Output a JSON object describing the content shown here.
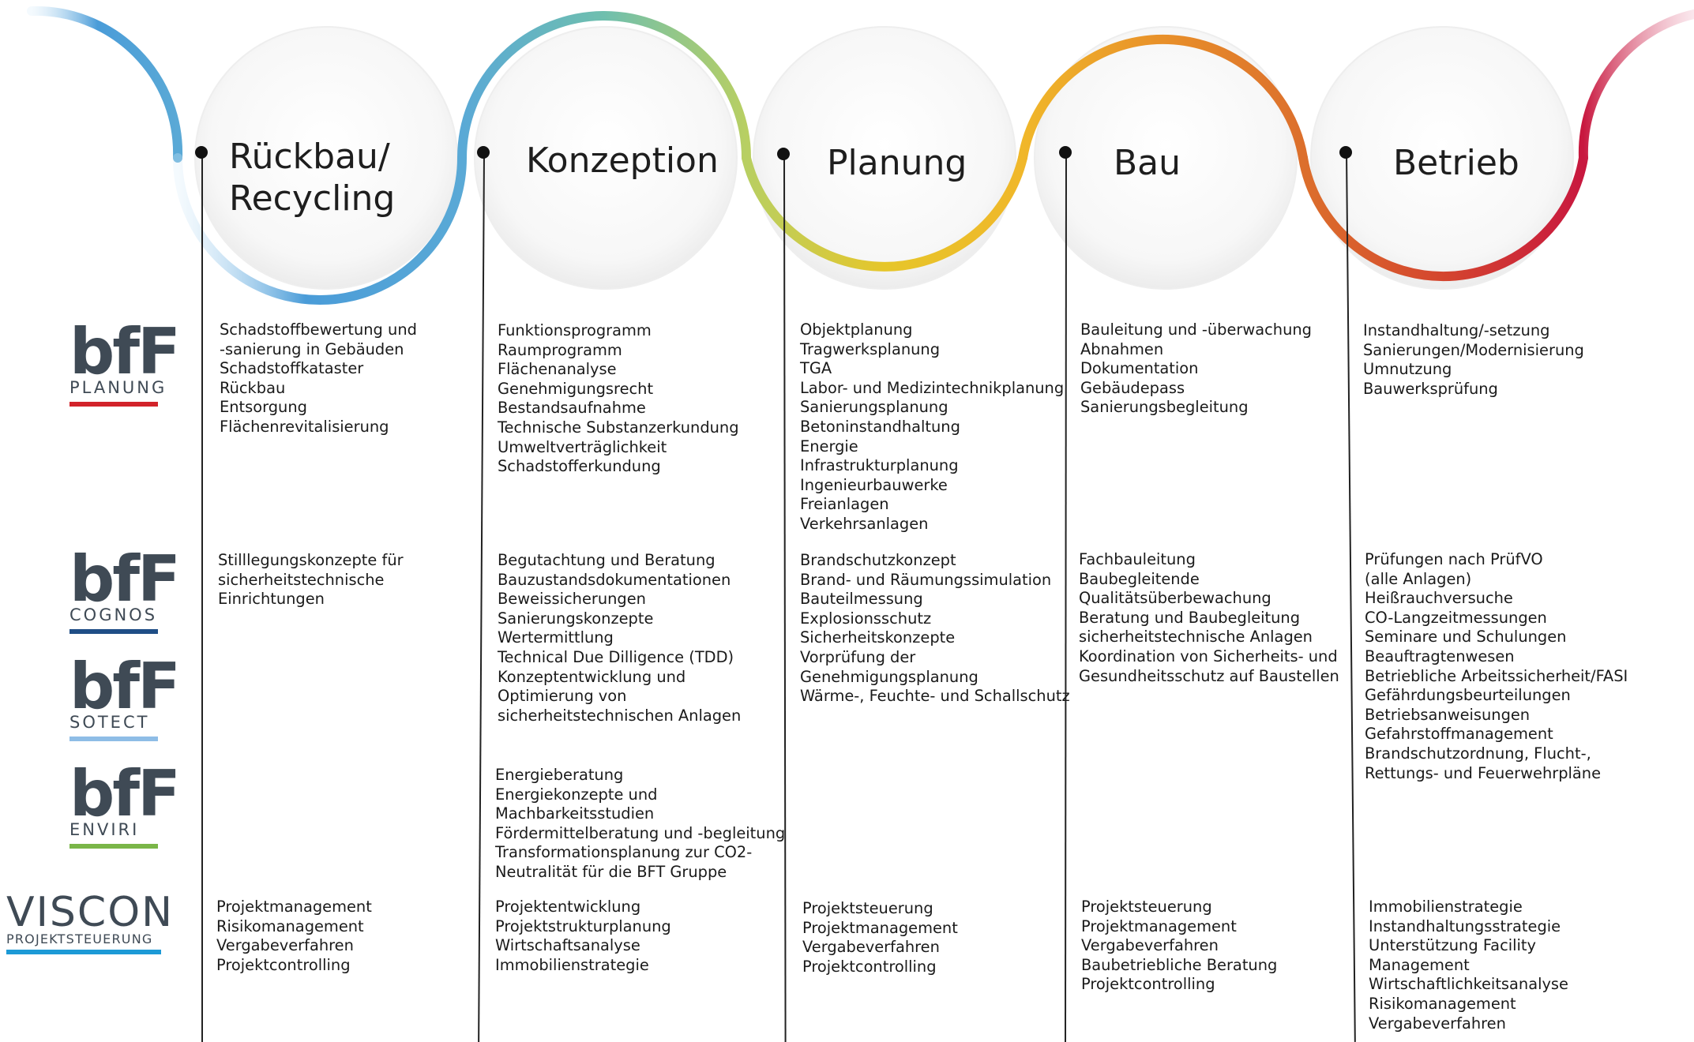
{
  "colors": {
    "blue": "#4a9cd8",
    "teal": "#5bb3b0",
    "yellow_green": "#c8cc4a",
    "yellow": "#ecc21e",
    "orange": "#e8902a",
    "red_orange": "#d45a2e",
    "crimson": "#c8183f",
    "planung_bar": "#d2232a",
    "cognos_bar": "#1f4e86",
    "sotect_bar": "#8ebde6",
    "enviri_bar": "#7ab648",
    "viscon_bar": "#1d9ad6"
  },
  "phases": [
    {
      "title": "Rückbau/\nRecycling"
    },
    {
      "title": "Konzeption"
    },
    {
      "title": "Planung"
    },
    {
      "title": "Bau"
    },
    {
      "title": "Betrieb"
    }
  ],
  "logos": [
    {
      "brand": "bfF",
      "sub": "PLANUNG",
      "bar_color": "#d2232a"
    },
    {
      "brand": "bfF",
      "sub": "COGNOS",
      "bar_color": "#1f4e86"
    },
    {
      "brand": "bfF",
      "sub": "SOTECT",
      "bar_color": "#8ebde6"
    },
    {
      "brand": "bfF",
      "sub": "ENVIRI",
      "bar_color": "#7ab648"
    },
    {
      "brand": "VISCON",
      "sub": "PROJEKTSTEUERUNG",
      "bar_color": "#1d9ad6"
    }
  ],
  "rows": {
    "planung": [
      [
        "Schadstoffbewertung und",
        "-sanierung in Gebäuden",
        "Schadstoffkataster",
        "Rückbau",
        "Entsorgung",
        "Flächenrevitalisierung"
      ],
      [
        "Funktionsprogramm",
        "Raumprogramm",
        "Flächenanalyse",
        "Genehmigungsrecht",
        "Bestandsaufnahme",
        "Technische Substanzerkundung",
        "Umweltverträglichkeit",
        "Schadstofferkundung"
      ],
      [
        "Objektplanung",
        "Tragwerksplanung",
        "TGA",
        "Labor- und Medizintechnikplanung",
        "Sanierungsplanung",
        "Betoninstandhaltung",
        "Energie",
        "Infrastrukturplanung",
        "Ingenieurbauwerke",
        "Freianlagen",
        "Verkehrsanlagen"
      ],
      [
        "Bauleitung und -überwachung",
        "Abnahmen",
        "Dokumentation",
        "Gebäudepass",
        "Sanierungsbegleitung"
      ],
      [
        "Instandhaltung/-setzung",
        "Sanierungen/Modernisierung",
        "Umnutzung",
        "Bauwerksprüfung"
      ]
    ],
    "cognos_sotect": [
      [
        "Stilllegungskonzepte für",
        "sicherheitstechnische",
        "Einrichtungen"
      ],
      [
        "Begutachtung und Beratung",
        "Bauzustandsdokumentationen",
        "Beweissicherungen",
        "Sanierungskonzepte",
        "Wertermittlung",
        "Technical Due Dilligence (TDD)",
        "Konzeptentwicklung und",
        "Optimierung von",
        "sicherheitstechnischen Anlagen"
      ],
      [
        "Brandschutzkonzept",
        "Brand- und Räumungssimulation",
        "Bauteilmessung",
        "Explosionsschutz",
        "Sicherheitskonzepte",
        "Vorprüfung der",
        "Genehmigungsplanung",
        "Wärme-, Feuchte- und Schallschutz"
      ],
      [
        "Fachbauleitung",
        "Baubegleitende",
        "Qualitätsüberbewachung",
        "Beratung und Baubegleitung",
        "sicherheitstechnische Anlagen",
        "Koordination von Sicherheits- und",
        "Gesundheitsschutz auf Baustellen"
      ],
      [
        "Prüfungen nach PrüfVO",
        "(alle Anlagen)",
        "Heißrauchversuche",
        "CO-Langzeitmessungen",
        "Seminare und Schulungen",
        "Beauftragtenwesen",
        "Betriebliche Arbeitssicherheit/FASI",
        "Gefährdungsbeurteilungen",
        "Betriebsanweisungen",
        "Gefahrstoffmanagement",
        "Brandschutzordnung, Flucht-,",
        "Rettungs- und Feuerwehrpläne"
      ]
    ],
    "enviri": [
      [
        "Energieberatung",
        "Energiekonzepte und",
        "Machbarkeitsstudien",
        "Fördermittelberatung und -begleitung",
        "Transformationsplanung zur CO2-",
        "Neutralität für die BFT Gruppe"
      ]
    ],
    "viscon": [
      [
        "Projektmanagement",
        "Risikomanagement",
        "Vergabeverfahren",
        "Projektcontrolling"
      ],
      [
        "Projektentwicklung",
        "Projektstrukturplanung",
        "Wirtschaftsanalyse",
        "Immobilienstrategie"
      ],
      [
        "Projektsteuerung",
        "Projektmanagement",
        "Vergabeverfahren",
        "Projektcontrolling"
      ],
      [
        "Projektsteuerung",
        "Projektmanagement",
        "Vergabeverfahren",
        "Baubetriebliche Beratung",
        "Projektcontrolling"
      ],
      [
        "Immobilienstrategie",
        "Instandhaltungsstrategie",
        "Unterstützung Facility",
        "Management",
        "Wirtschaftlichkeitsanalyse",
        "Risikomanagement",
        "Vergabeverfahren"
      ]
    ]
  }
}
